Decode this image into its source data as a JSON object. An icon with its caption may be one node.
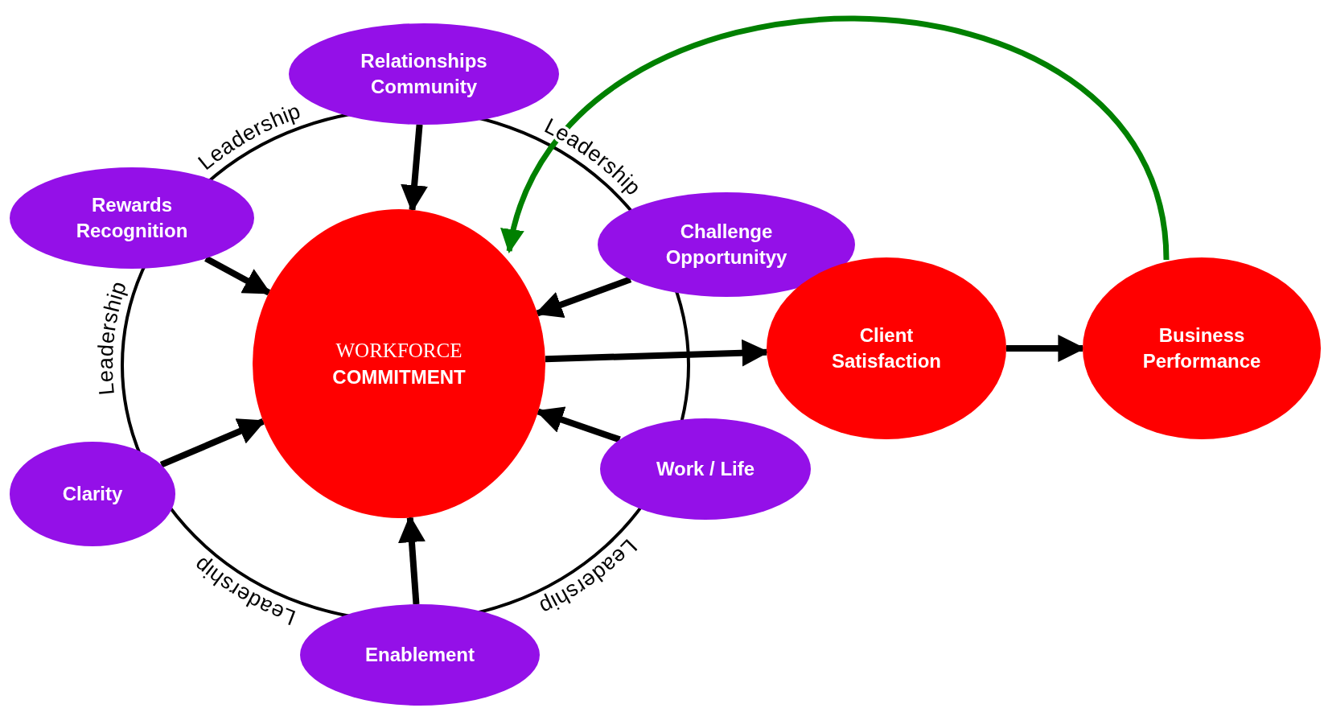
{
  "diagram": {
    "nodes": [
      {
        "text": [
          "Relationships Community"
        ]
      },
      {
        "text": [
          "Rewards Recognition"
        ]
      },
      {
        "text": [
          "Challenge Opportunityy"
        ]
      },
      {
        "text": [
          "WORKFORCE",
          "COMMITMENT"
        ]
      },
      {
        "text": [
          "Client Satisfaction"
        ]
      },
      {
        "text": [
          "Business Performance"
        ]
      },
      {
        "text": [
          "Clarity"
        ]
      },
      {
        "text": [
          "Work / Life"
        ]
      },
      {
        "text": [
          "Enablement"
        ]
      }
    ],
    "edges": [
      {
        "from": 0,
        "to": 3,
        "arrow": "to"
      },
      {
        "from": 1,
        "to": 3,
        "arrow": "to"
      },
      {
        "from": 2,
        "to": 3,
        "arrow": "to"
      },
      {
        "from": 6,
        "to": 3,
        "arrow": "to"
      },
      {
        "from": 7,
        "to": 3,
        "arrow": "to"
      },
      {
        "from": 8,
        "to": 3,
        "arrow": "to"
      },
      {
        "from": 3,
        "to": 4,
        "arrow": "to"
      },
      {
        "from": 4,
        "to": 5,
        "arrow": "to"
      },
      {
        "from": 5,
        "to": 3,
        "arrow": "to",
        "color": "#008000"
      }
    ],
    "labels": [
      "Leadership",
      "Leadership",
      "Leadership",
      "Leadership",
      "Leadership"
    ]
  }
}
